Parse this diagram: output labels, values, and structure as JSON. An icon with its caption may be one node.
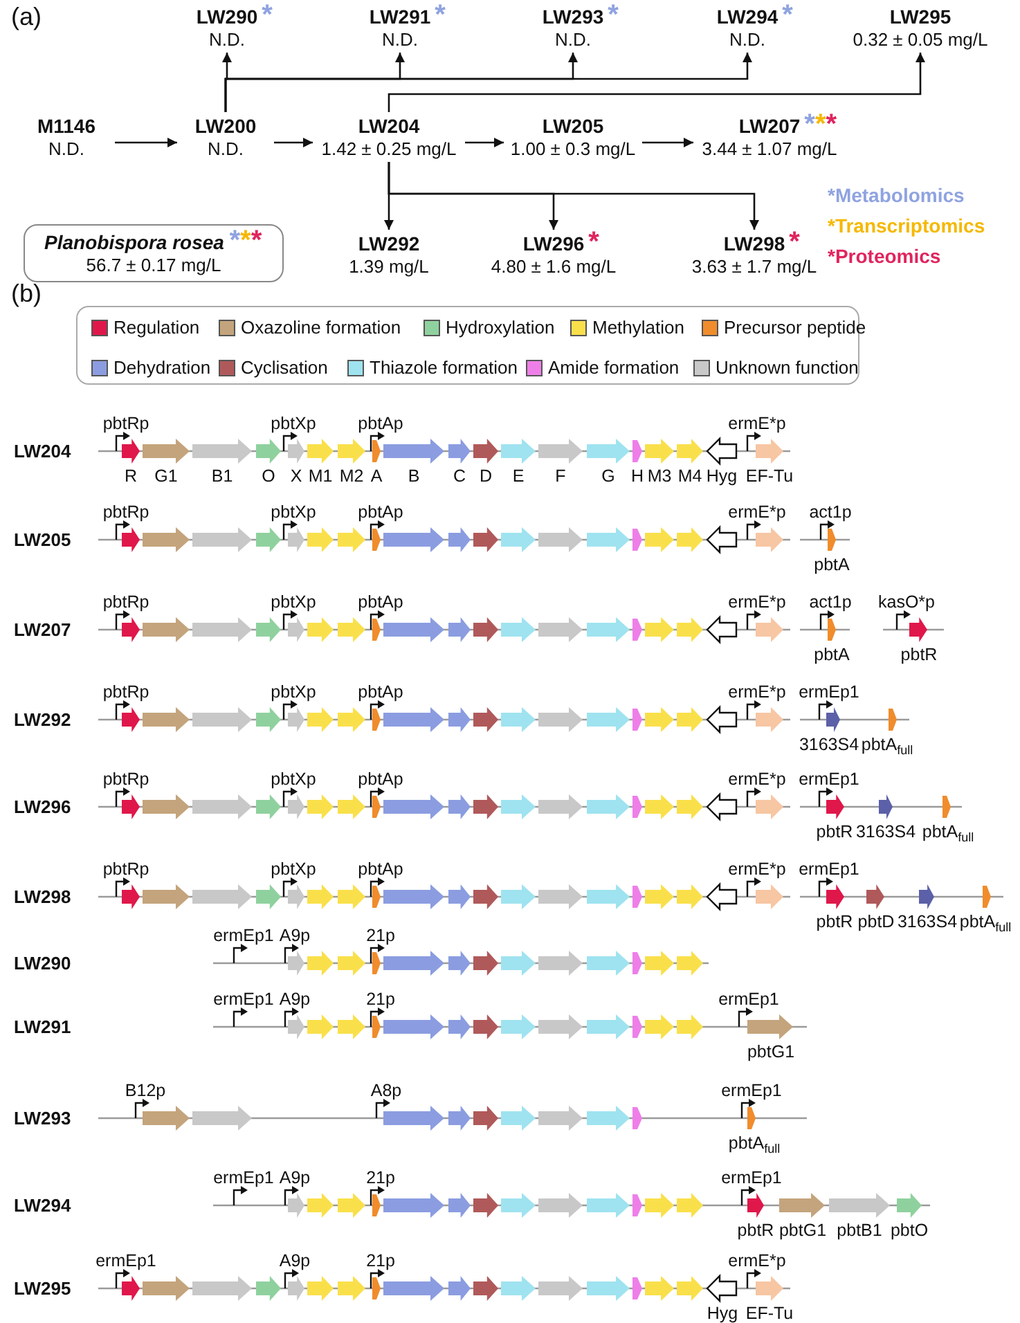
{
  "diagram": {
    "nodes": [
      {
        "text": [
          "LW290",
          "N.D."
        ],
        "beside": [
          "*"
        ]
      },
      {
        "text": [
          "LW291",
          "N.D."
        ],
        "beside": [
          "*"
        ]
      },
      {
        "text": [
          "LW293",
          "N.D."
        ],
        "beside": [
          "*"
        ]
      },
      {
        "text": [
          "LW294",
          "N.D."
        ],
        "beside": [
          "*"
        ]
      },
      {
        "text": [
          "LW295",
          "0.32 ± 0.05 mg/L"
        ]
      },
      {
        "text": [
          "M1146",
          "N.D."
        ]
      },
      {
        "text": [
          "LW200",
          "N.D."
        ]
      },
      {
        "text": [
          "LW204",
          "1.42 ± 0.25 mg/L"
        ]
      },
      {
        "text": [
          "LW205",
          "1.00 ± 0.3 mg/L"
        ]
      },
      {
        "text": [
          "LW207",
          "3.44 ± 1.07 mg/L"
        ],
        "beside": [
          "*",
          "*",
          "*"
        ]
      },
      {
        "text": [
          "Planobispora rosea",
          "*",
          "*",
          "*",
          "56.7 ± 0.17 mg/L"
        ]
      },
      {
        "text": [
          "LW292",
          "1.39 mg/L"
        ]
      },
      {
        "text": [
          "LW296",
          "4.80 ± 1.6 mg/L"
        ],
        "beside": [
          "*"
        ]
      },
      {
        "text": [
          "LW298",
          "3.63 ± 1.7 mg/L"
        ],
        "beside": [
          "*"
        ]
      }
    ],
    "edges": [
      {
        "from": 5,
        "to": 6,
        "arrow": "to"
      },
      {
        "from": 6,
        "to": 7,
        "arrow": "to"
      },
      {
        "from": 7,
        "to": 8,
        "arrow": "to"
      },
      {
        "from": 8,
        "to": 9,
        "arrow": "to"
      },
      {
        "from": 6,
        "to": 0,
        "arrow": "to"
      },
      {
        "from": 6,
        "to": 1,
        "arrow": "to"
      },
      {
        "from": 6,
        "to": 2,
        "arrow": "to"
      },
      {
        "from": 6,
        "to": 3,
        "arrow": "to"
      },
      {
        "from": 7,
        "to": 4,
        "arrow": "to"
      },
      {
        "from": 7,
        "to": 11,
        "arrow": "to"
      },
      {
        "from": 7,
        "to": 12,
        "arrow": "to"
      },
      {
        "from": 7,
        "to": 13,
        "arrow": "to"
      }
    ],
    "labels": [
      "(a)",
      "(b)",
      "LW204",
      "pbtRp",
      "pbtXp",
      "pbtAp",
      "ermE*p",
      "R",
      "G1",
      "B1",
      "O",
      "X",
      "M1",
      "M2",
      "A",
      "B",
      "C",
      "D",
      "E",
      "F",
      "G",
      "H",
      "M3",
      "M4",
      "Hyg",
      "EF-Tu",
      "LW205",
      "pbtRp",
      "pbtXp",
      "pbtAp",
      "ermE*p",
      "act1p",
      "pbtA",
      "LW207",
      "pbtRp",
      "pbtXp",
      "pbtAp",
      "ermE*p",
      "act1p",
      "kasO*p",
      "pbtA",
      "pbtR",
      "LW292",
      "pbtRp",
      "pbtXp",
      "pbtAp",
      "ermE*p",
      "ermEp1",
      "3163S4",
      "pbtA$_{full}$",
      "LW296",
      "pbtRp",
      "pbtXp",
      "pbtAp",
      "ermE*p",
      "ermEp1",
      "pbtR",
      "3163S4",
      "pbtA$_{full}$",
      "LW298",
      "pbtRp",
      "pbtXp",
      "pbtAp",
      "ermE*p",
      "ermEp1",
      "pbtR",
      "pbtD",
      "3163S4",
      "pbtA$_{full}$",
      "LW290",
      "ermEp1",
      "A9p",
      "21p",
      "LW291",
      "ermEp1",
      "A9p",
      "21p",
      "ermEp1",
      "pbtG1",
      "LW293",
      "B12p",
      "A8p",
      "ermEp1",
      "pbtA$_{full}$",
      "LW294",
      "ermEp1",
      "A9p",
      "21p",
      "ermEp1",
      "pbtR",
      "pbtG1",
      "pbtB1",
      "pbtO",
      "LW295",
      "ermEp1",
      "A9p",
      "21p",
      "ermE*p",
      "Hyg",
      "EF-Tu"
    ],
    "legend": [
      {
        "text": "*Metabolomics",
        "color": "#8fa3e0"
      },
      {
        "text": "*Transcriptomics",
        "color": "#f5b800"
      },
      {
        "text": "*Proteomics",
        "color": "#e0245e"
      },
      {
        "text": "Regulation",
        "color": "#e0174a"
      },
      {
        "text": "Oxazoline formation",
        "color": "#c4a47c"
      },
      {
        "text": "Hydroxylation",
        "color": "#8fd19e"
      },
      {
        "text": "Methylation",
        "color": "#f9e04b"
      },
      {
        "text": "Precursor peptide",
        "color": "#f08c2c"
      },
      {
        "text": "Dehydration",
        "color": "#8b9de0"
      },
      {
        "text": "Cyclisation",
        "color": "#b0595a"
      },
      {
        "text": "Thiazole formation",
        "color": "#9fe3f0"
      },
      {
        "text": "Amide formation",
        "color": "#ee7fe8"
      },
      {
        "text": "Unknown function",
        "color": "#c8c8c8"
      }
    ]
  }
}
